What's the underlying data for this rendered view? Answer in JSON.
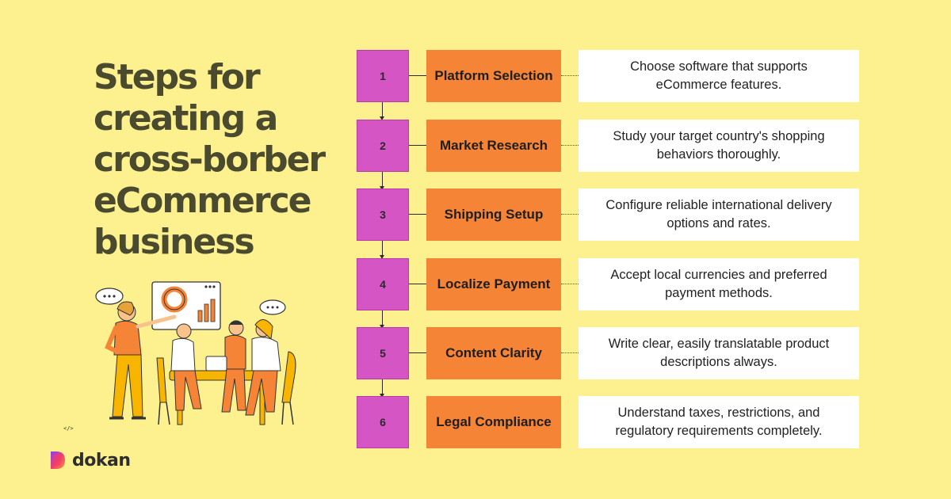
{
  "title_lines": [
    "Steps for",
    "creating a",
    "cross-borber",
    "eCommerce",
    "business"
  ],
  "steps": [
    {
      "number": "1",
      "label": "Platform Selection",
      "description": "Choose software that supports eCommerce features."
    },
    {
      "number": "2",
      "label": "Market Research",
      "description": "Study your target country's shopping behaviors thoroughly."
    },
    {
      "number": "3",
      "label": "Shipping Setup",
      "description": "Configure reliable international delivery options and rates."
    },
    {
      "number": "4",
      "label": "Localize Payment",
      "description": "Accept local currencies and preferred payment methods."
    },
    {
      "number": "5",
      "label": "Content Clarity",
      "description": "Write clear, easily translatable product descriptions always."
    },
    {
      "number": "6",
      "label": "Legal Compliance",
      "description": "Understand taxes, restrictions, and regulatory requirements completely."
    }
  ],
  "brand": {
    "name": "dokan",
    "code_tag": "</>"
  },
  "colors": {
    "background": "#fdf08f",
    "number_box": "#d655c4",
    "label_box": "#f68436",
    "description_box": "#ffffff",
    "title_text": "#4a4a2e"
  },
  "icons": {
    "logo": "dokan-logo-icon",
    "illustration": "team-meeting-illustration"
  }
}
